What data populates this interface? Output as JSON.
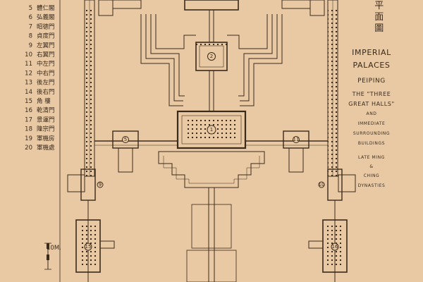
{
  "legend": [
    {
      "num": "5",
      "text": "體仁閣"
    },
    {
      "num": "6",
      "text": "弘義閣"
    },
    {
      "num": "7",
      "text": "昭德門"
    },
    {
      "num": "8",
      "text": "貞度門"
    },
    {
      "num": "9",
      "text": "左翼門"
    },
    {
      "num": "10",
      "text": "右翼門"
    },
    {
      "num": "11",
      "text": "中左門"
    },
    {
      "num": "12",
      "text": "中右門"
    },
    {
      "num": "13",
      "text": "後左門"
    },
    {
      "num": "14",
      "text": "後右門"
    },
    {
      "num": "15",
      "text": "角 樓"
    },
    {
      "num": "16",
      "text": "乾清門"
    },
    {
      "num": "17",
      "text": "景運門"
    },
    {
      "num": "18",
      "text": "隆宗門"
    },
    {
      "num": "19",
      "text": "軍機房"
    },
    {
      "num": "20",
      "text": "軍機處"
    }
  ],
  "vertical_title": "平面圖",
  "title": {
    "line1": "IMPERIAL",
    "line2": "PALACES",
    "line3": "PEIPING",
    "line4": "THE \"THREE",
    "line5": "GREAT HALLS\"",
    "line6": "AND",
    "line7": "IMMEDIATE",
    "line8": "SURROUNDING",
    "line9": "BUILDINGS",
    "line10": "LATE MING",
    "line11": "&",
    "line12": "CHING",
    "line13": "DYNASTIES"
  },
  "scale_label": "10M.",
  "hall_numbers": {
    "main": "1",
    "second": "2",
    "left_pavilion": "5",
    "right_pavilion": "11",
    "left_gate": "9",
    "right_gate": "10",
    "left_tower": "15",
    "right_tower": "16"
  },
  "colors": {
    "paper": "#e8c9a3",
    "ink": "#3a2a1c"
  }
}
